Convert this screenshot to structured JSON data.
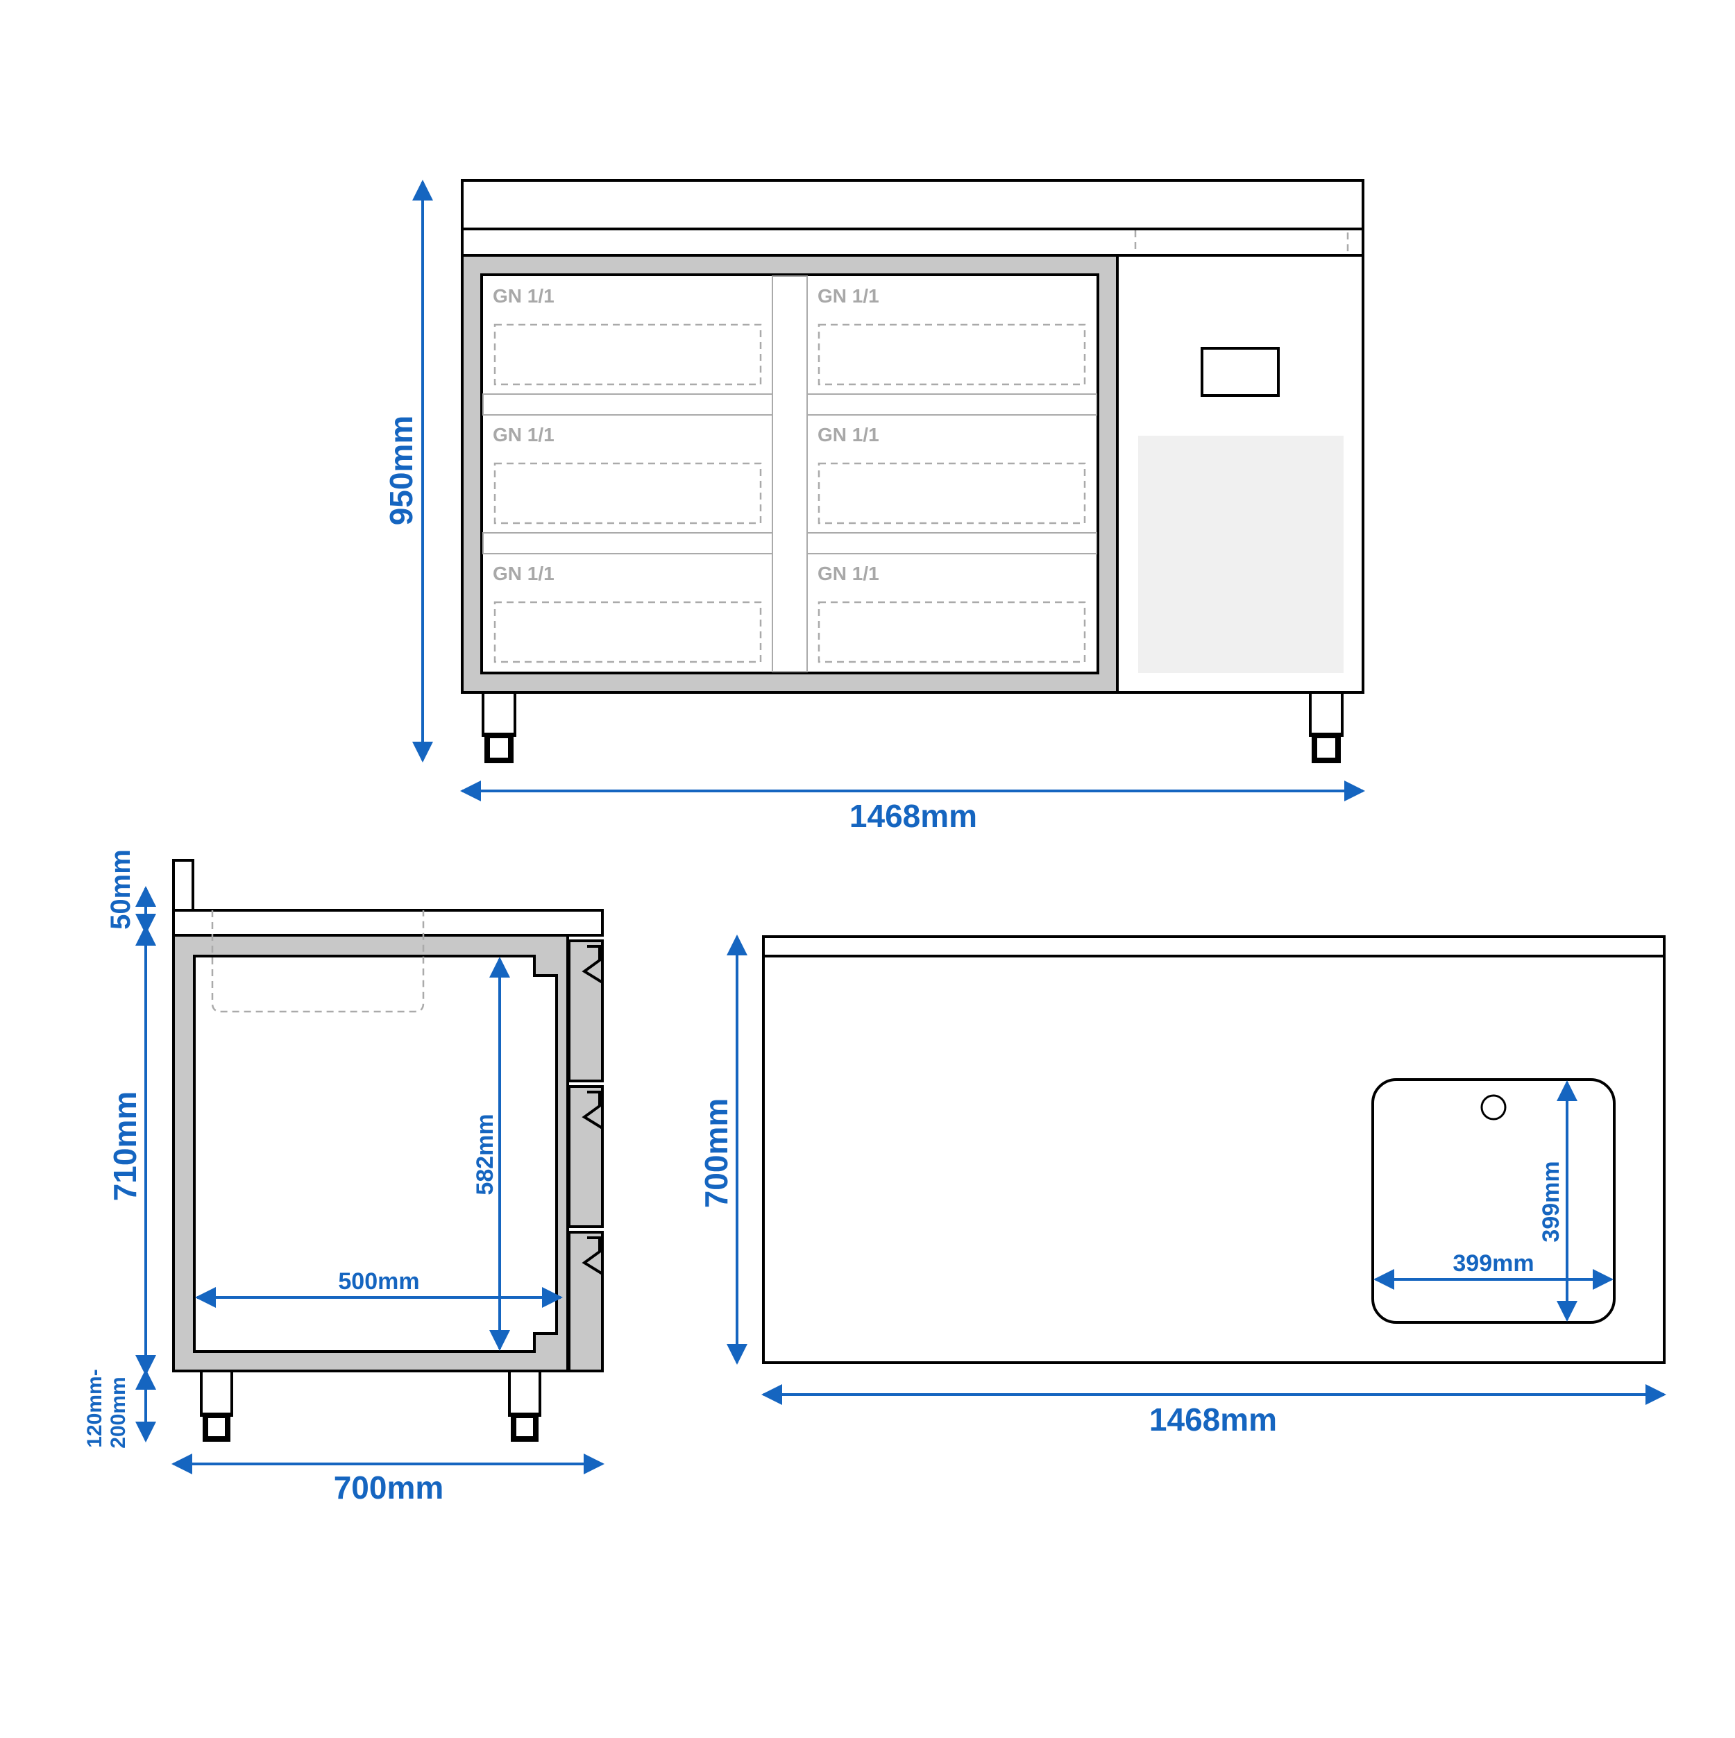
{
  "colors": {
    "dimension_blue": "#1565c0",
    "outline": "#000000",
    "frame_gray": "#c8c8c8",
    "panel_light": "#f0f0f0",
    "label_gray": "#a8a8a8",
    "dash_gray": "#aaaaaa"
  },
  "front_view": {
    "height_label": "950mm",
    "width_label": "1468mm",
    "gn_labels": [
      "GN 1/1",
      "GN 1/1",
      "GN 1/1",
      "GN 1/1",
      "GN 1/1",
      "GN 1/1"
    ]
  },
  "side_view": {
    "upstand_label": "50mm",
    "body_height_label": "710mm",
    "leg_height_label_line1": "120mm-",
    "leg_height_label_line2": "200mm",
    "depth_label": "700mm",
    "inner_height_label": "582mm",
    "inner_depth_label": "500mm"
  },
  "top_view": {
    "depth_label": "700mm",
    "width_label": "1468mm",
    "sink_width_label": "399mm",
    "sink_depth_label": "399mm"
  }
}
